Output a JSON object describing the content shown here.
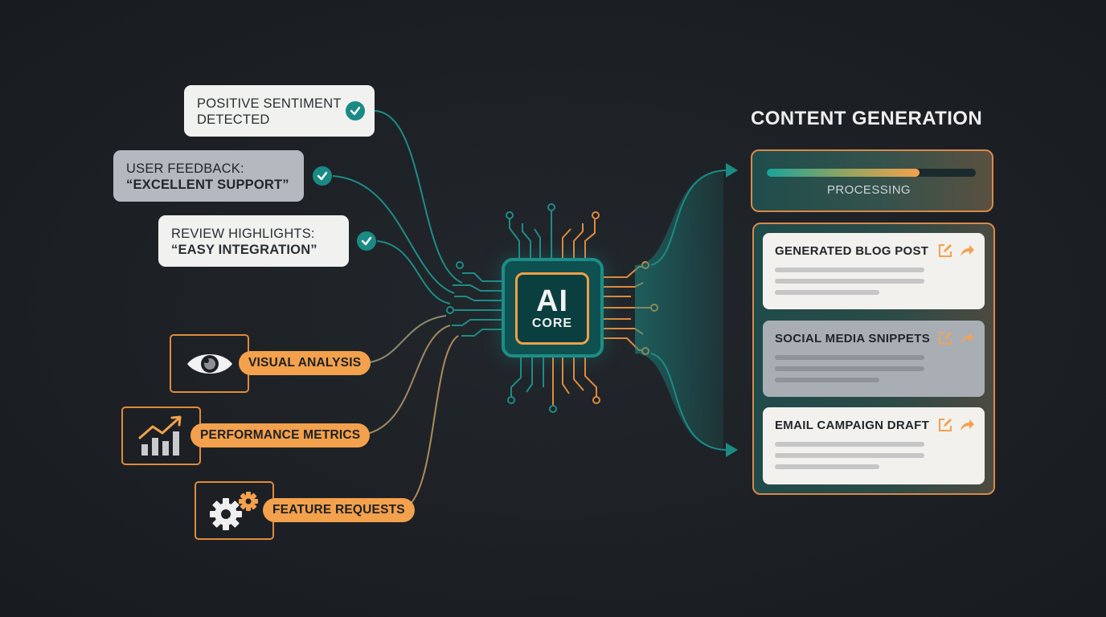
{
  "inputs": {
    "text_cards": [
      {
        "line1": "POSITIVE SENTIMENT",
        "line2": "DETECTED"
      },
      {
        "line1": "USER FEEDBACK:",
        "line2": "“EXCELLENT SUPPORT”"
      },
      {
        "line1": "REVIEW HIGHLIGHTS:",
        "line2": "“EASY INTEGRATION”"
      }
    ],
    "icon_items": [
      {
        "label": "VISUAL ANALYSIS",
        "icon": "eye-icon"
      },
      {
        "label": "PERFORMANCE METRICS",
        "icon": "bar-chart-icon"
      },
      {
        "label": "FEATURE REQUESTS",
        "icon": "gears-icon"
      }
    ]
  },
  "core": {
    "title": "AI",
    "subtitle": "CORE"
  },
  "output": {
    "title": "CONTENT GENERATION",
    "processing": {
      "label": "PROCESSING",
      "progress": 0.73
    },
    "items": [
      {
        "title": "GENERATED BLOG POST"
      },
      {
        "title": "SOCIAL MEDIA SNIPPETS"
      },
      {
        "title": "EMAIL CAMPAIGN DRAFT"
      }
    ]
  },
  "colors": {
    "background": "#1c2024",
    "teal": "#1a8a84",
    "orange": "#f3a14c",
    "card_light": "#f1f1ef",
    "card_gray": "#b5b9bf"
  }
}
